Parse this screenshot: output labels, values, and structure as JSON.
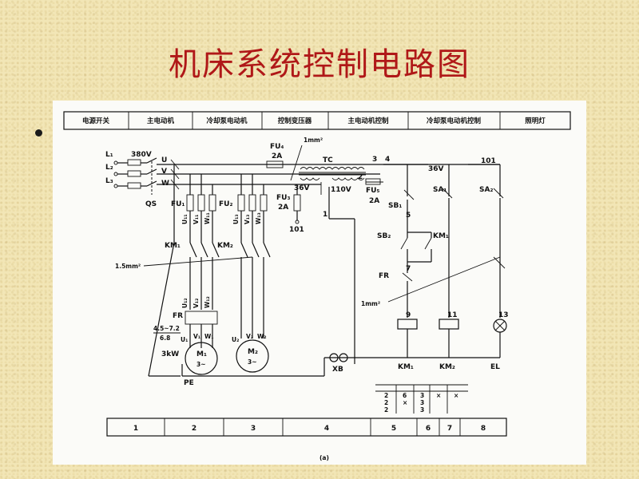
{
  "slide": {
    "title": "机床系统控制电路图"
  },
  "header": [
    "电源开关",
    "主电动机",
    "冷却泵电动机",
    "控制变压器",
    "主电动机控制",
    "冷却泵电动机控制",
    "照明灯"
  ],
  "footer": [
    "1",
    "2",
    "3",
    "4",
    "5",
    "6",
    "7",
    "8"
  ],
  "caption": "(a)",
  "labels": {
    "l1": "L₁",
    "l2": "L₂",
    "l3": "L₃",
    "voltage": "380V",
    "qs": "QS",
    "u": "U",
    "v": "V",
    "w": "W",
    "fu4": "FU₄",
    "fu4_rating": "2A",
    "wire_1mm_top": "1mm²",
    "tc": "TC",
    "n3": "3",
    "n4": "4",
    "n2": "2",
    "n36v_a": "36V",
    "n110v": "110V",
    "n36v_b": "36V",
    "fu5": "FU₅",
    "fu5_rating": "2A",
    "n101_a": "101",
    "n101_b": "101",
    "fu1": "FU₁",
    "fu2": "FU₂",
    "fu3": "FU₃",
    "fu3_rating": "2A",
    "u11": "U₁₁",
    "v11": "V₁₁",
    "w11": "W₁₁",
    "u13": "U₁₃",
    "v13": "V₁₃",
    "w13": "W₁₃",
    "km1_main": "KM₁",
    "km2_main": "KM₂",
    "wire_15mm": "1.5mm²",
    "u12": "U₁₂",
    "v12": "V₁₂",
    "w12": "W₁₂",
    "fr_main": "FR",
    "fr_range": "4.5~7.2",
    "fr_set": "6.8",
    "u1": "U₁",
    "v1": "V₁",
    "w1": "W₁",
    "u2": "U₂",
    "v2": "V₂",
    "w2": "W₂",
    "power_3kw": "3kW",
    "m1": "M₁",
    "m2": "M₂",
    "phase": "3~",
    "pe": "PE",
    "n1": "1",
    "sb1": "SB₁",
    "n5": "5",
    "sb2": "SB₂",
    "km1_aux": "KM₁",
    "fr_ctrl": "FR",
    "n7": "7",
    "wire_1mm_bottom": "1mm²",
    "n9": "9",
    "n11": "11",
    "n13": "13",
    "xb": "XB",
    "km1_coil": "KM₁",
    "km2_coil": "KM₂",
    "el": "EL",
    "sa1": "SA₁",
    "sa2": "SA₂"
  },
  "contact_table": {
    "col1": [
      "2",
      "2",
      "2"
    ],
    "col2": [
      "6",
      "×"
    ],
    "col3": [
      "3",
      "3",
      "3"
    ],
    "col4": [
      "×"
    ],
    "col5": [
      "×"
    ]
  }
}
